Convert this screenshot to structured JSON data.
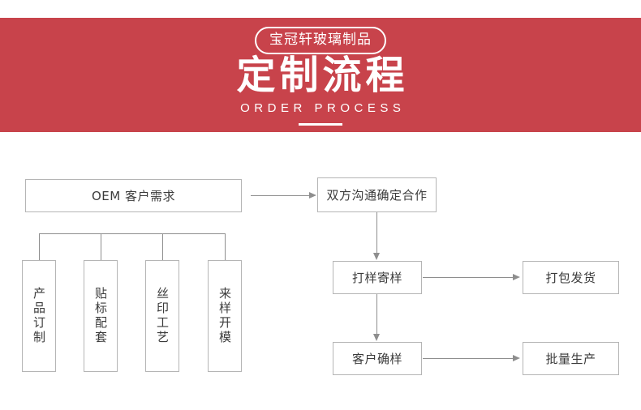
{
  "banner": {
    "badge": "宝冠轩玻璃制品",
    "title": "定制流程",
    "subtitle": "ORDER PROCESS",
    "background_color": "#c8434b",
    "text_color": "#ffffff"
  },
  "flowchart": {
    "line_color": "#8e8e8e",
    "border_color": "#b5b5b5",
    "text_color": "#3b3b3b",
    "nodes": {
      "oem_demand": "OEM 客户需求",
      "communicate": "双方沟通确定合作",
      "sample_send": "打样寄样",
      "pack_ship": "打包发货",
      "customer_confirm": "客户确样",
      "mass_production": "批量生产"
    },
    "branches": [
      {
        "label": "产品订制"
      },
      {
        "label": "贴标配套"
      },
      {
        "label": "丝印工艺"
      },
      {
        "label": "来样开模"
      }
    ]
  }
}
